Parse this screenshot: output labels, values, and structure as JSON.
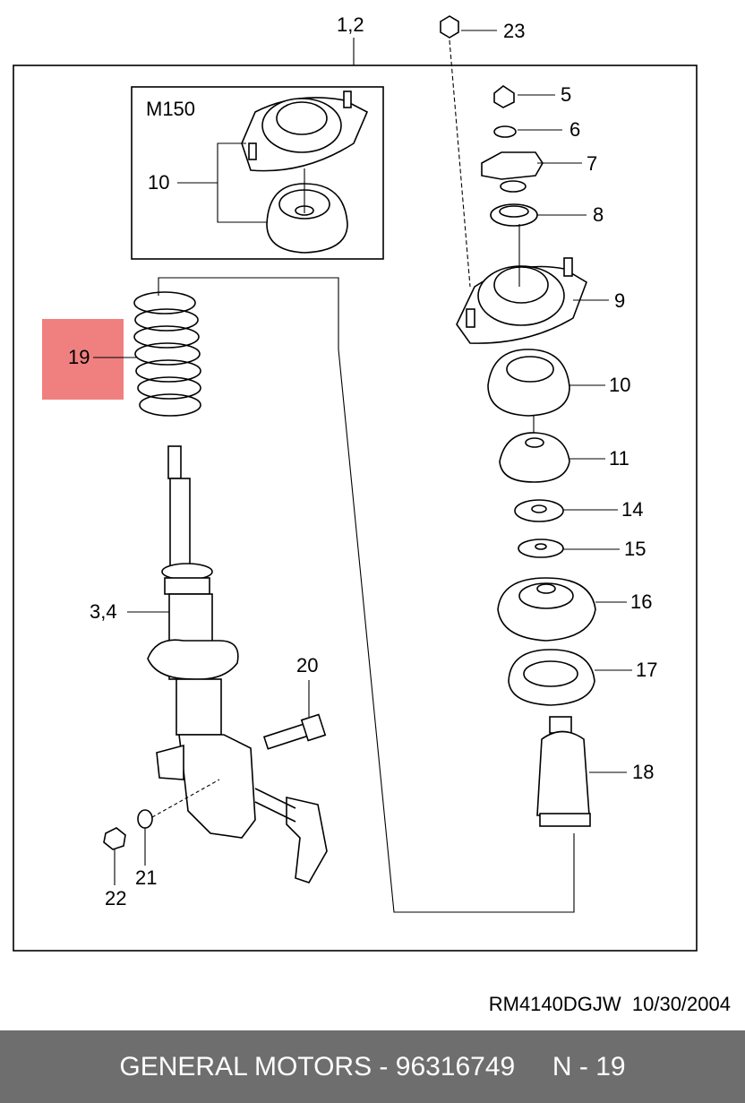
{
  "diagram": {
    "assembly_label": "1,2",
    "inset_label": "M150",
    "highlight_color": "#f08080",
    "callouts": {
      "c1_2": "1,2",
      "c3_4": "3,4",
      "c5": "5",
      "c6": "6",
      "c7": "7",
      "c8": "8",
      "c9": "9",
      "c10_inset": "10",
      "c10": "10",
      "c11": "11",
      "c14": "14",
      "c15": "15",
      "c16": "16",
      "c17": "17",
      "c18": "18",
      "c19": "19",
      "c20": "20",
      "c21": "21",
      "c22": "22",
      "c23": "23"
    }
  },
  "footer": {
    "reference": "RM4140DGJW  10/30/2004",
    "title": "GENERAL MOTORS - 96316749     N - 19",
    "bar_color": "#6e6e6e"
  }
}
